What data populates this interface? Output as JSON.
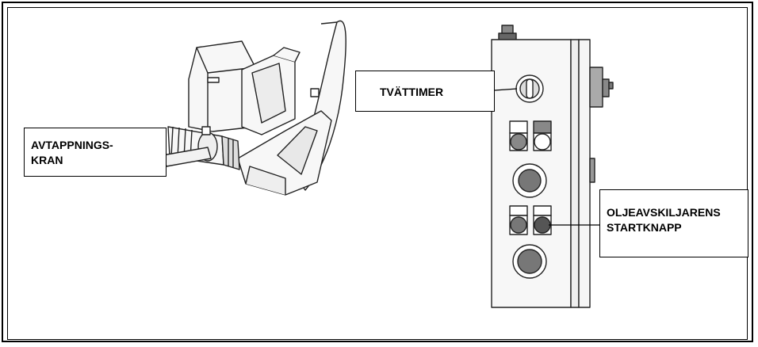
{
  "callouts": {
    "drain_valve": {
      "line1": "AVTAPPNINGS-",
      "line2": "KRAN"
    },
    "wash_timer": {
      "label": "TVÄTTIMER"
    },
    "oil_separator_start": {
      "line1": "OLJEAVSKILJARENS",
      "line2": "STARTKNAPP"
    }
  },
  "colors": {
    "outline": "#000000",
    "panel_fill": "#f7f7f7",
    "button_dark": "#555555",
    "button_mid": "#777777",
    "indicator_gray": "#888888"
  }
}
